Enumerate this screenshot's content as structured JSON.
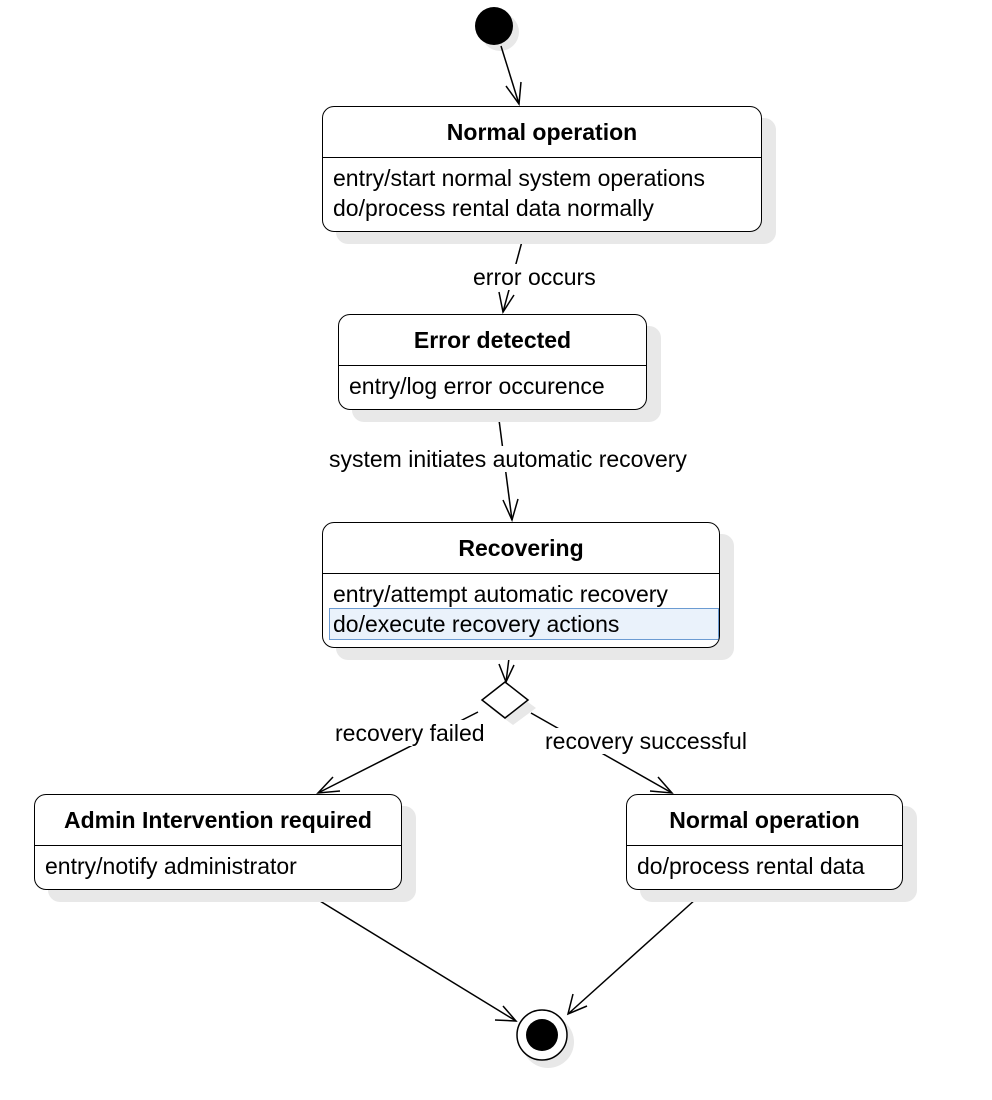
{
  "states": {
    "normal_operation": {
      "title": "Normal operation",
      "entry": "entry/start normal system operations",
      "do": "do/process rental data normally"
    },
    "error_detected": {
      "title": "Error detected",
      "entry": "entry/log error occurence"
    },
    "recovering": {
      "title": "Recovering",
      "entry": "entry/attempt automatic recovery",
      "do": "do/execute recovery actions"
    },
    "admin_intervention": {
      "title": "Admin Intervention required",
      "entry": "entry/notify administrator"
    },
    "normal_operation_2": {
      "title": "Normal operation",
      "do": "do/process rental data"
    }
  },
  "transitions": {
    "error_occurs": "error occurs",
    "auto_recovery": "system initiates automatic recovery",
    "recovery_failed": "recovery failed",
    "recovery_successful": "recovery successful"
  },
  "colors": {
    "stroke": "#000000",
    "shadow": "#e8e8e8",
    "selection_fill": "#eaf2fb",
    "selection_border": "#6b9bd2"
  }
}
